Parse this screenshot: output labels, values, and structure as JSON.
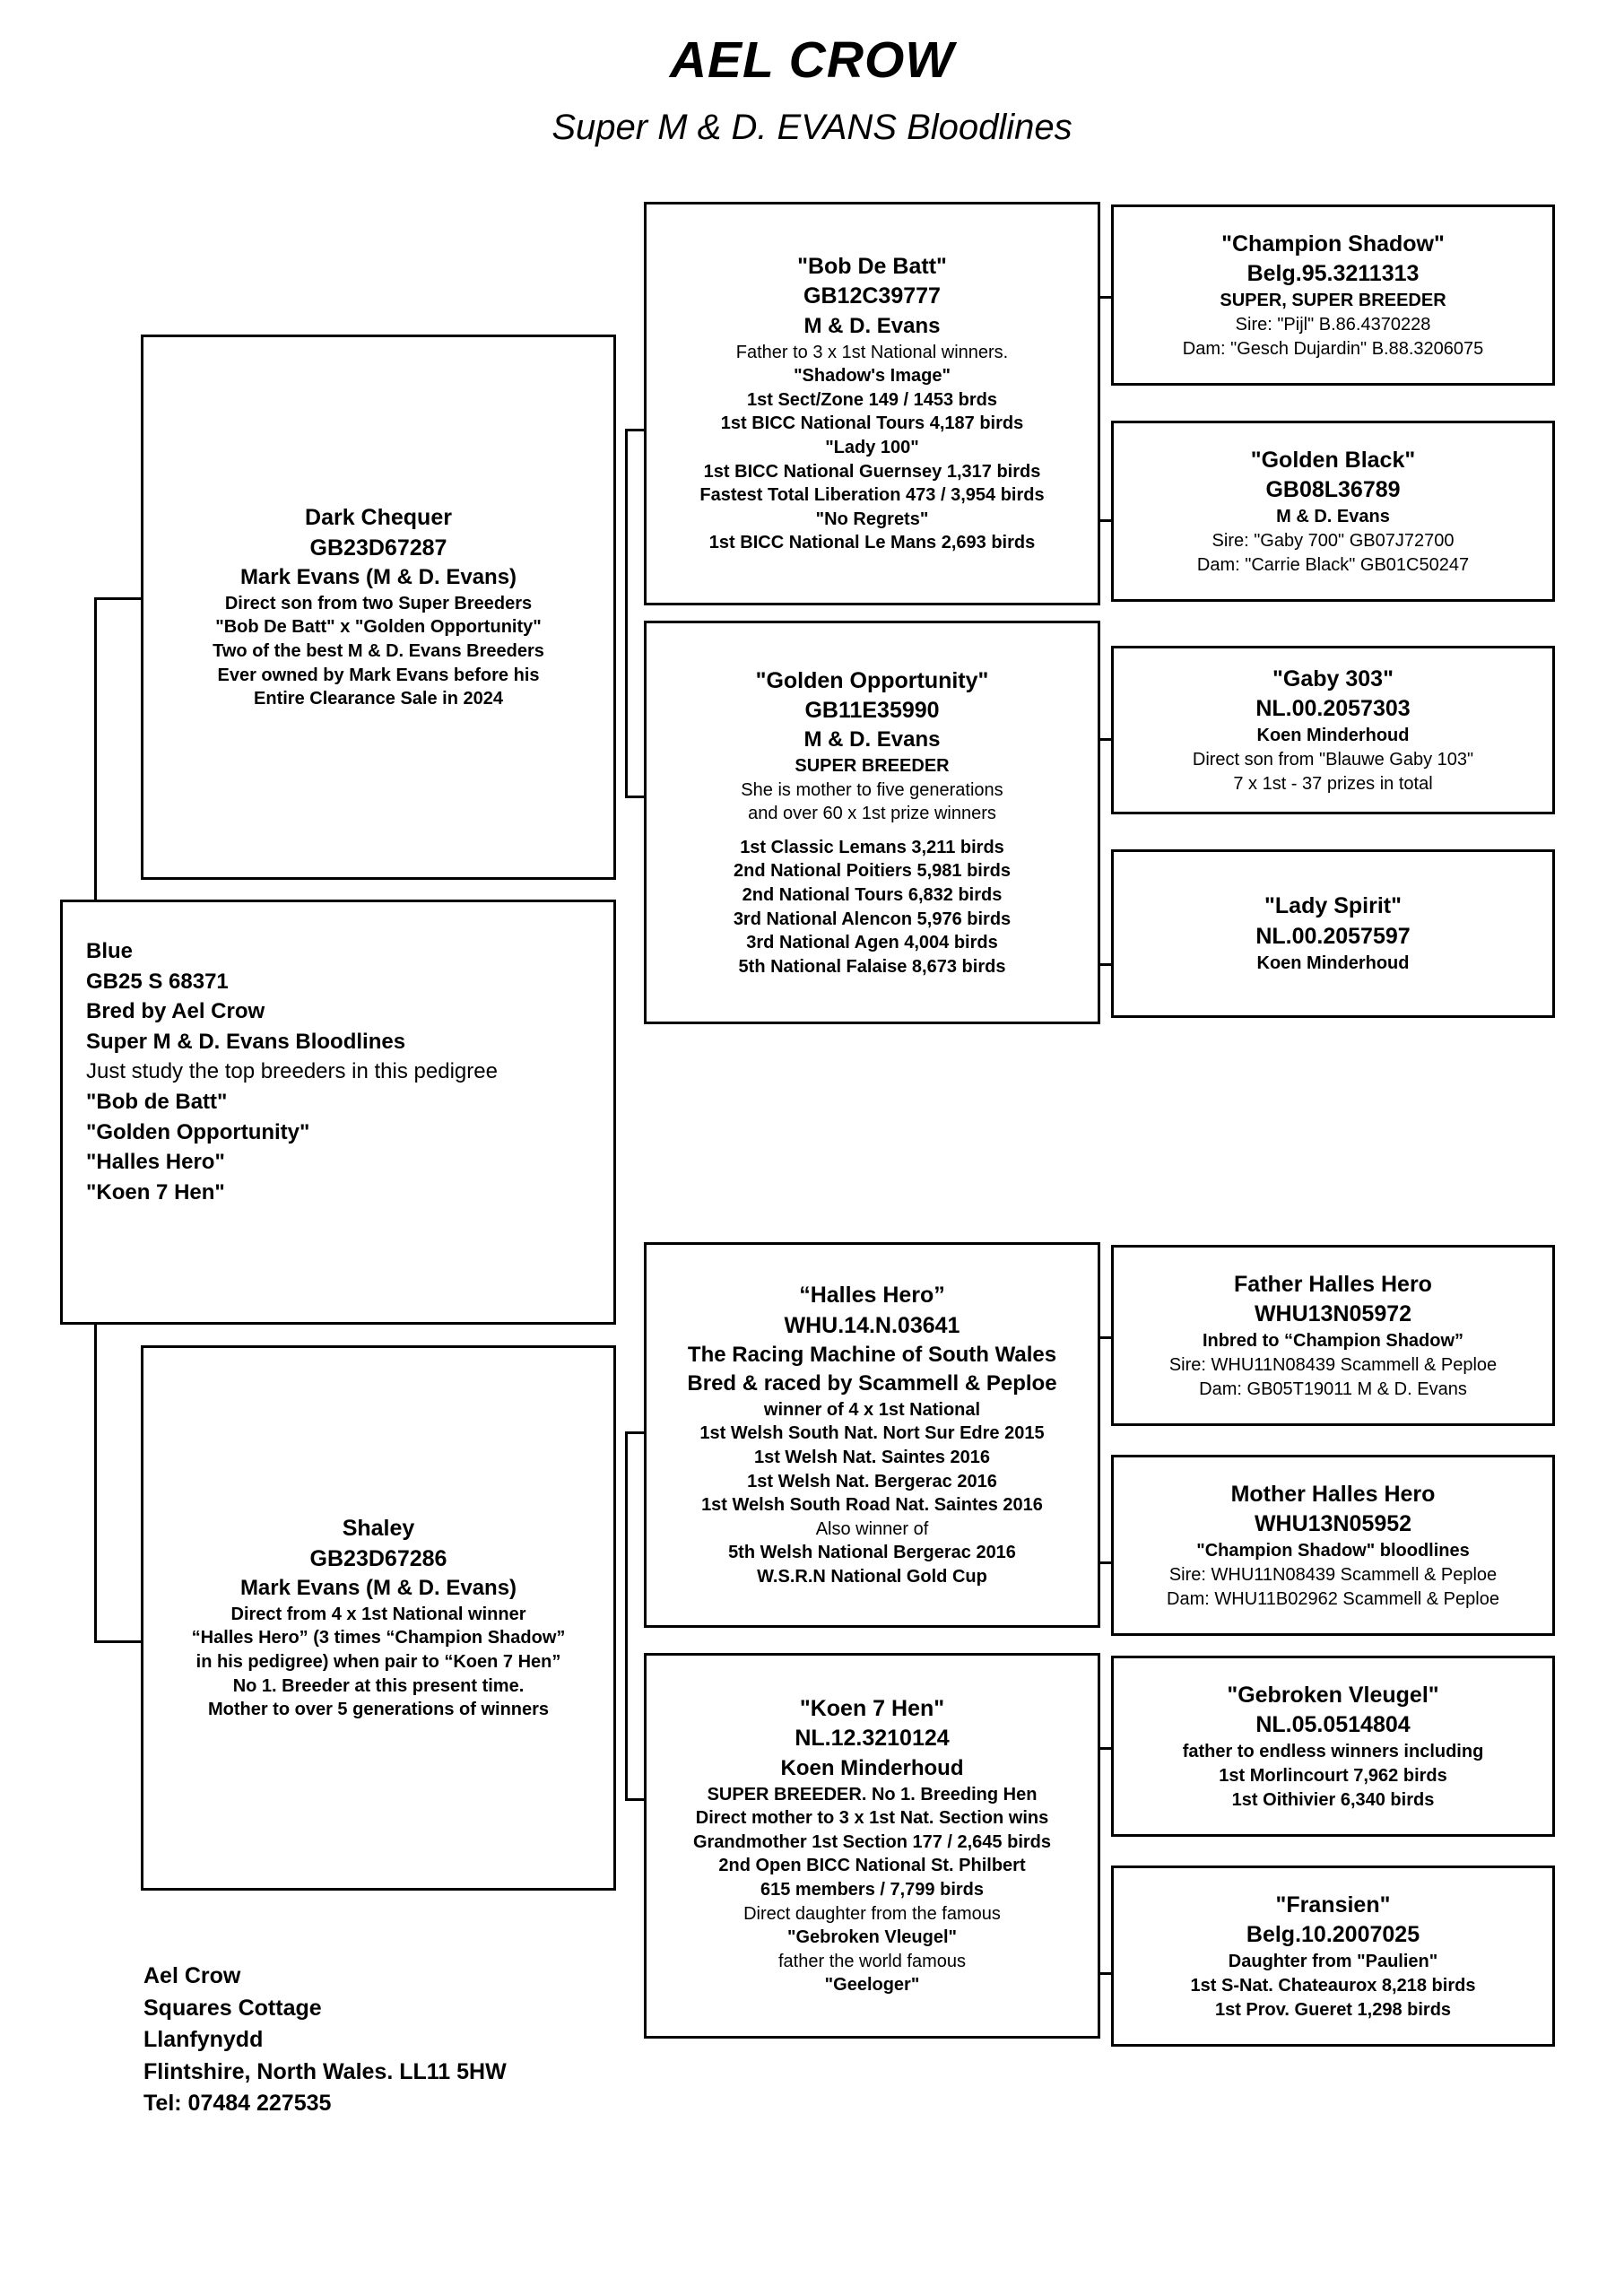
{
  "header": {
    "title": "AEL CROW",
    "subtitle": "Super M & D. EVANS Bloodlines"
  },
  "boxes": {
    "dark_chequer": {
      "lines": [
        {
          "text": "Dark Chequer",
          "style": "t-name"
        },
        {
          "text": "GB23D67287",
          "style": "t-ring"
        },
        {
          "text": "Mark Evans (M & D. Evans)",
          "style": "t-owner"
        },
        {
          "text": "Direct son from two Super Breeders",
          "style": "t-body"
        },
        {
          "text": "\"Bob De Batt\" x \"Golden Opportunity\"",
          "style": "t-body"
        },
        {
          "text": "Two of the best M & D. Evans Breeders",
          "style": "t-body"
        },
        {
          "text": "Ever owned by Mark Evans before his",
          "style": "t-body"
        },
        {
          "text": "Entire Clearance Sale in 2024",
          "style": "t-body"
        }
      ]
    },
    "bob_de_batt": {
      "lines": [
        {
          "text": "\"Bob De Batt\"",
          "style": "t-name"
        },
        {
          "text": "GB12C39777",
          "style": "t-ring"
        },
        {
          "text": "M & D. Evans",
          "style": "t-owner"
        },
        {
          "text": "Father to 3 x 1st National winners.",
          "style": "t-body",
          "weight": "reg"
        },
        {
          "text": "\"Shadow's Image\"",
          "style": "t-body"
        },
        {
          "text": "1st Sect/Zone 149 / 1453 brds",
          "style": "t-body"
        },
        {
          "text": "1st BICC National Tours 4,187 birds",
          "style": "t-body"
        },
        {
          "text": "\"Lady 100\"",
          "style": "t-body"
        },
        {
          "text": "1st BICC National Guernsey 1,317 birds",
          "style": "t-body"
        },
        {
          "text": "Fastest Total Liberation 473 / 3,954 birds",
          "style": "t-body"
        },
        {
          "text": "\"No Regrets\"",
          "style": "t-body"
        },
        {
          "text": "1st BICC National Le Mans 2,693 birds",
          "style": "t-body"
        }
      ]
    },
    "champion_shadow": {
      "lines": [
        {
          "text": "\"Champion Shadow\"",
          "style": "t-name"
        },
        {
          "text": "Belg.95.3211313",
          "style": "t-ring"
        },
        {
          "text": "SUPER, SUPER BREEDER",
          "style": "t-body"
        },
        {
          "text": "Sire: \"Pijl\" B.86.4370228",
          "style": "t-body",
          "weight": "reg"
        },
        {
          "text": "Dam: \"Gesch Dujardin\" B.88.3206075",
          "style": "t-body",
          "weight": "reg"
        }
      ]
    },
    "golden_black": {
      "lines": [
        {
          "text": "\"Golden Black\"",
          "style": "t-name"
        },
        {
          "text": "GB08L36789",
          "style": "t-ring"
        },
        {
          "text": "M & D. Evans",
          "style": "t-body"
        },
        {
          "text": "Sire: \"Gaby 700\" GB07J72700",
          "style": "t-body",
          "weight": "reg"
        },
        {
          "text": "Dam: \"Carrie Black\" GB01C50247",
          "style": "t-body",
          "weight": "reg"
        }
      ]
    },
    "golden_opportunity": {
      "lines": [
        {
          "text": "\"Golden Opportunity\"",
          "style": "t-name"
        },
        {
          "text": "GB11E35990",
          "style": "t-ring"
        },
        {
          "text": "M & D. Evans",
          "style": "t-owner"
        },
        {
          "text": "SUPER BREEDER",
          "style": "t-body"
        },
        {
          "text": "She is mother to five generations",
          "style": "t-body",
          "weight": "reg"
        },
        {
          "text": "and over 60 x 1st prize winners",
          "style": "t-body",
          "weight": "reg"
        },
        {
          "text": "",
          "style": "t-body",
          "blank": true
        },
        {
          "text": "1st Classic Lemans 3,211 birds",
          "style": "t-body"
        },
        {
          "text": "2nd National Poitiers 5,981 birds",
          "style": "t-body"
        },
        {
          "text": "2nd National Tours 6,832 birds",
          "style": "t-body"
        },
        {
          "text": "3rd National Alencon 5,976 birds",
          "style": "t-body"
        },
        {
          "text": "3rd National Agen 4,004 birds",
          "style": "t-body"
        },
        {
          "text": "5th National Falaise 8,673 birds",
          "style": "t-body"
        }
      ]
    },
    "gaby_303": {
      "lines": [
        {
          "text": "\"Gaby 303\"",
          "style": "t-name"
        },
        {
          "text": "NL.00.2057303",
          "style": "t-ring"
        },
        {
          "text": "Koen Minderhoud",
          "style": "t-body"
        },
        {
          "text": "Direct son from \"Blauwe Gaby 103\"",
          "style": "t-body",
          "weight": "reg"
        },
        {
          "text": "7 x 1st - 37 prizes in total",
          "style": "t-body",
          "weight": "reg"
        }
      ]
    },
    "lady_spirit": {
      "lines": [
        {
          "text": "\"Lady Spirit\"",
          "style": "t-name"
        },
        {
          "text": "NL.00.2057597",
          "style": "t-ring"
        },
        {
          "text": "Koen Minderhoud",
          "style": "t-body"
        }
      ]
    },
    "blue": {
      "lines": [
        {
          "text": "Blue",
          "weight": "bold"
        },
        {
          "text": "GB25 S 68371",
          "weight": "bold"
        },
        {
          "text": "Bred by Ael Crow",
          "weight": "bold"
        },
        {
          "text": "Super M & D. Evans Bloodlines",
          "weight": "bold"
        },
        {
          "text": "Just study the top breeders in this pedigree",
          "weight": "reg"
        },
        {
          "text": "\"Bob de Batt\"",
          "weight": "bold"
        },
        {
          "text": "\"Golden Opportunity\"",
          "weight": "bold"
        },
        {
          "text": "\"Halles Hero\"",
          "weight": "bold"
        },
        {
          "text": "\"Koen 7 Hen\"",
          "weight": "bold"
        }
      ]
    },
    "shaley": {
      "lines": [
        {
          "text": "Shaley",
          "style": "t-name"
        },
        {
          "text": "GB23D67286",
          "style": "t-ring"
        },
        {
          "text": "Mark Evans (M & D. Evans)",
          "style": "t-owner"
        },
        {
          "text": "Direct from 4 x 1st National winner",
          "style": "t-body"
        },
        {
          "text": "“Halles Hero” (3 times “Champion Shadow”",
          "style": "t-body"
        },
        {
          "text": "in his pedigree) when pair to “Koen 7 Hen”",
          "style": "t-body"
        },
        {
          "text": "No 1. Breeder at this present time.",
          "style": "t-body"
        },
        {
          "text": "Mother to over 5 generations of winners",
          "style": "t-body"
        }
      ]
    },
    "halles_hero": {
      "lines": [
        {
          "text": "“Halles Hero”",
          "style": "t-name"
        },
        {
          "text": "WHU.14.N.03641",
          "style": "t-ring"
        },
        {
          "text": "The Racing Machine of South Wales",
          "style": "t-owner"
        },
        {
          "text": "Bred & raced by Scammell & Peploe",
          "style": "t-owner"
        },
        {
          "text": "winner of 4 x 1st National",
          "style": "t-body"
        },
        {
          "text": "1st Welsh South Nat. Nort Sur Edre 2015",
          "style": "t-body"
        },
        {
          "text": "1st Welsh Nat. Saintes 2016",
          "style": "t-body"
        },
        {
          "text": "1st Welsh Nat. Bergerac 2016",
          "style": "t-body"
        },
        {
          "text": "1st Welsh South Road Nat. Saintes 2016",
          "style": "t-body"
        },
        {
          "text": "Also winner of",
          "style": "t-body",
          "weight": "reg"
        },
        {
          "text": "5th Welsh National Bergerac 2016",
          "style": "t-body"
        },
        {
          "text": "W.S.R.N National Gold Cup",
          "style": "t-body"
        }
      ]
    },
    "father_halles_hero": {
      "lines": [
        {
          "text": "Father Halles Hero",
          "style": "t-name"
        },
        {
          "text": "WHU13N05972",
          "style": "t-ring"
        },
        {
          "text": "Inbred to “Champion Shadow”",
          "style": "t-body"
        },
        {
          "text": "Sire: WHU11N08439 Scammell & Peploe",
          "style": "t-body",
          "weight": "reg"
        },
        {
          "text": "Dam: GB05T19011 M & D. Evans",
          "style": "t-body",
          "weight": "reg"
        }
      ]
    },
    "mother_halles_hero": {
      "lines": [
        {
          "text": "Mother Halles Hero",
          "style": "t-name"
        },
        {
          "text": "WHU13N05952",
          "style": "t-ring"
        },
        {
          "text": "\"Champion Shadow\" bloodlines",
          "style": "t-body"
        },
        {
          "text": "Sire: WHU11N08439 Scammell & Peploe",
          "style": "t-body",
          "weight": "reg"
        },
        {
          "text": "Dam: WHU11B02962 Scammell & Peploe",
          "style": "t-body",
          "weight": "reg"
        }
      ]
    },
    "koen_7_hen": {
      "lines": [
        {
          "text": "\"Koen 7 Hen\"",
          "style": "t-name"
        },
        {
          "text": "NL.12.3210124",
          "style": "t-ring"
        },
        {
          "text": "Koen Minderhoud",
          "style": "t-owner"
        },
        {
          "text": "SUPER BREEDER. No 1. Breeding Hen",
          "style": "t-body"
        },
        {
          "text": "Direct mother to 3 x 1st Nat. Section wins",
          "style": "t-body"
        },
        {
          "text": "Grandmother 1st Section 177 / 2,645 birds",
          "style": "t-body"
        },
        {
          "text": "2nd Open BICC National St. Philbert",
          "style": "t-body"
        },
        {
          "text": "615 members / 7,799 birds",
          "style": "t-body"
        },
        {
          "text": "Direct daughter from the famous",
          "style": "t-body",
          "weight": "reg"
        },
        {
          "text": "\"Gebroken Vleugel\"",
          "style": "t-body"
        },
        {
          "text": "father the world famous",
          "style": "t-body",
          "weight": "reg"
        },
        {
          "text": "\"Geeloger\"",
          "style": "t-body"
        }
      ]
    },
    "gebroken_vleugel": {
      "lines": [
        {
          "text": "\"Gebroken Vleugel\"",
          "style": "t-name"
        },
        {
          "text": "NL.05.0514804",
          "style": "t-ring"
        },
        {
          "text": "father to endless winners including",
          "style": "t-body"
        },
        {
          "text": "1st Morlincourt 7,962 birds",
          "style": "t-body"
        },
        {
          "text": "1st Oithivier 6,340 birds",
          "style": "t-body"
        }
      ]
    },
    "fransien": {
      "lines": [
        {
          "text": "\"Fransien\"",
          "style": "t-name"
        },
        {
          "text": "Belg.10.2007025",
          "style": "t-ring"
        },
        {
          "text": "Daughter from \"Paulien\"",
          "style": "t-body"
        },
        {
          "text": "1st S-Nat. Chateaurox 8,218 birds",
          "style": "t-body"
        },
        {
          "text": "1st Prov. Gueret 1,298 birds",
          "style": "t-body"
        }
      ]
    }
  },
  "footer": {
    "lines": [
      "Ael Crow",
      "Squares Cottage",
      "Llanfynydd",
      "Flintshire, North Wales. LL11 5HW",
      "Tel: 07484 227535"
    ]
  },
  "colors": {
    "ink": "#000000",
    "paper": "#ffffff"
  }
}
